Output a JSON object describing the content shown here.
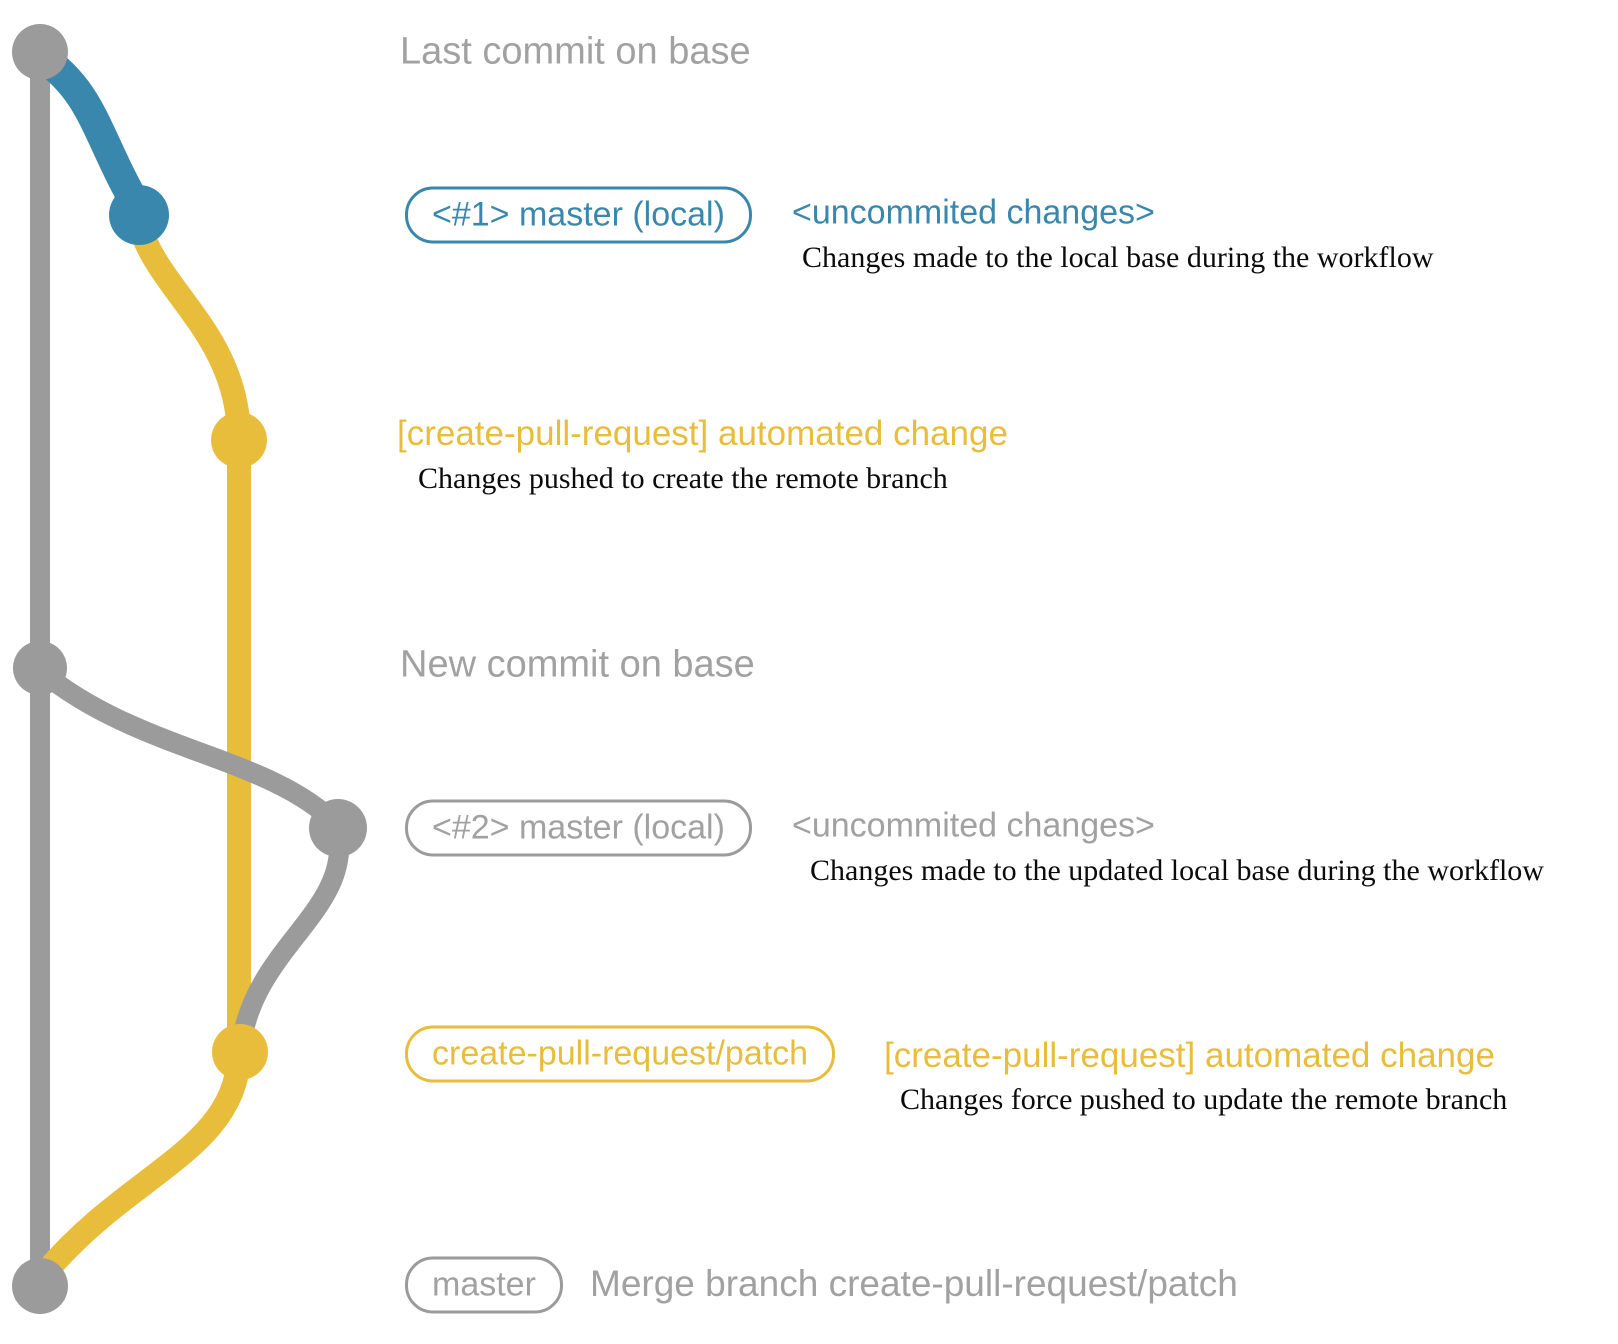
{
  "colors": {
    "base_gray": "#9b9b9b",
    "text_gray": "#a1a1a1",
    "local_blue": "#3a87ad",
    "patch_yellow": "#e9bd3c",
    "caption_black": "#0b0b0b",
    "background": "#ffffff"
  },
  "annotations": {
    "last_commit": {
      "label": "Last commit on base"
    },
    "local_commit_1": {
      "badge": "<#1> master (local)",
      "note": "<uncommited changes>",
      "caption": "Changes made to the local base during the workflow"
    },
    "patch_push_1": {
      "heading": "[create-pull-request] automated change",
      "caption": "Changes pushed to create the remote branch"
    },
    "new_commit": {
      "label": "New commit on base"
    },
    "local_commit_2": {
      "badge": "<#2> master (local)",
      "note": "<uncommited changes>",
      "caption": "Changes made to the updated local base during the workflow"
    },
    "patch_push_2": {
      "badge": "create-pull-request/patch",
      "heading": "[create-pull-request] automated change",
      "caption": "Changes force pushed to update the remote branch"
    },
    "merge_commit": {
      "badge": "master",
      "label": "Merge branch create-pull-request/patch"
    }
  }
}
